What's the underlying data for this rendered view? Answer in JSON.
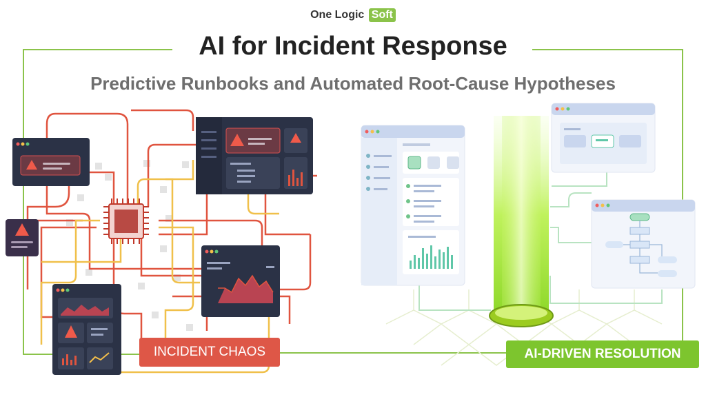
{
  "brand": {
    "text": "One Logic",
    "highlight": "Soft"
  },
  "title": "AI for Incident Response",
  "subtitle": "Predictive Runbooks and Automated Root-Cause Hypotheses",
  "labels": {
    "left": "INCIDENT CHAOS",
    "right": "AI-DRIVEN RESOLUTION"
  },
  "colors": {
    "accent_green": "#8bc34a",
    "chaos_red": "#de5747",
    "ai_green": "#7dc52e",
    "dark_panel": "#2b3246",
    "wire_red": "#e0543f",
    "wire_yellow": "#f0c04a"
  },
  "icons": [
    "warning-triangle-icon",
    "cpu-chip-icon",
    "ai-beam-icon",
    "flowchart-icon",
    "bar-chart-icon",
    "area-chart-icon"
  ]
}
